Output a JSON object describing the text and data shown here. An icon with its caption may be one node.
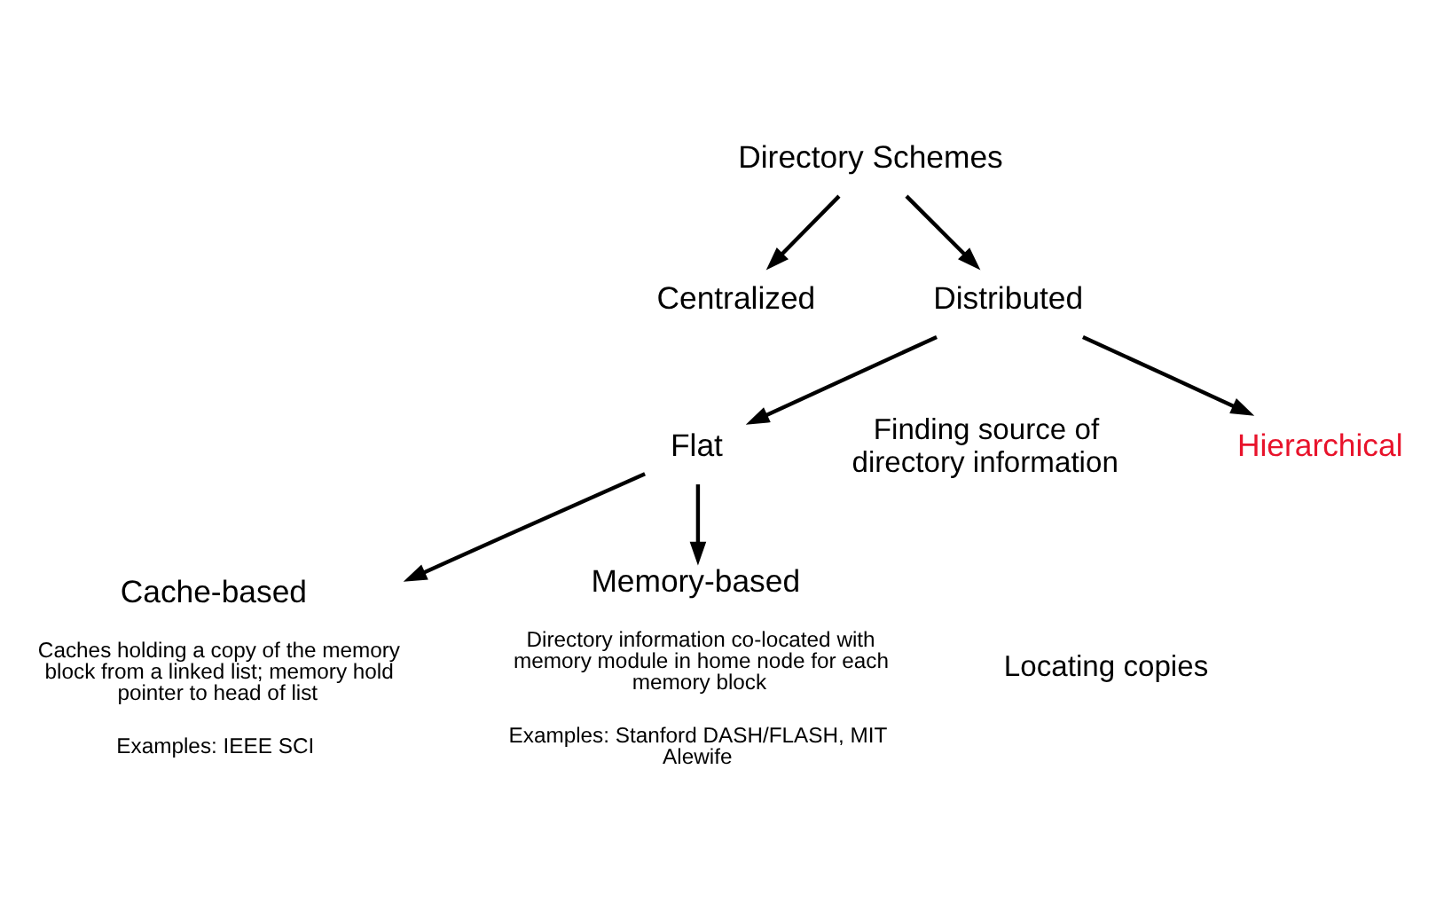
{
  "diagram": {
    "nodes": [
      {
        "text": [
          "Directory Schemes"
        ]
      },
      {
        "text": [
          "Centralized"
        ]
      },
      {
        "text": [
          "Distributed"
        ]
      },
      {
        "text": [
          "Flat"
        ]
      },
      {
        "text": [
          "Hierarchical"
        ]
      },
      {
        "text": [
          "Memory-based",
          "Directory information co-located with memory module in home node for each memory block",
          "Examples: Stanford DASH/FLASH, MIT Alewife"
        ]
      },
      {
        "text": [
          "Cache-based",
          "Caches holding a copy of the memory block from a linked list; memory hold pointer to head of list",
          "Examples: IEEE SCI"
        ]
      }
    ],
    "edges": [
      {
        "from": 0,
        "to": 1,
        "arrow": "to"
      },
      {
        "from": 0,
        "to": 2,
        "arrow": "to"
      },
      {
        "from": 2,
        "to": 3,
        "arrow": "to"
      },
      {
        "from": 2,
        "to": 4,
        "arrow": "to"
      },
      {
        "from": 3,
        "to": 5,
        "arrow": "to"
      },
      {
        "from": 3,
        "to": 6,
        "arrow": "to"
      }
    ],
    "labels": [
      "Finding source of directory information",
      "Locating copies"
    ]
  }
}
